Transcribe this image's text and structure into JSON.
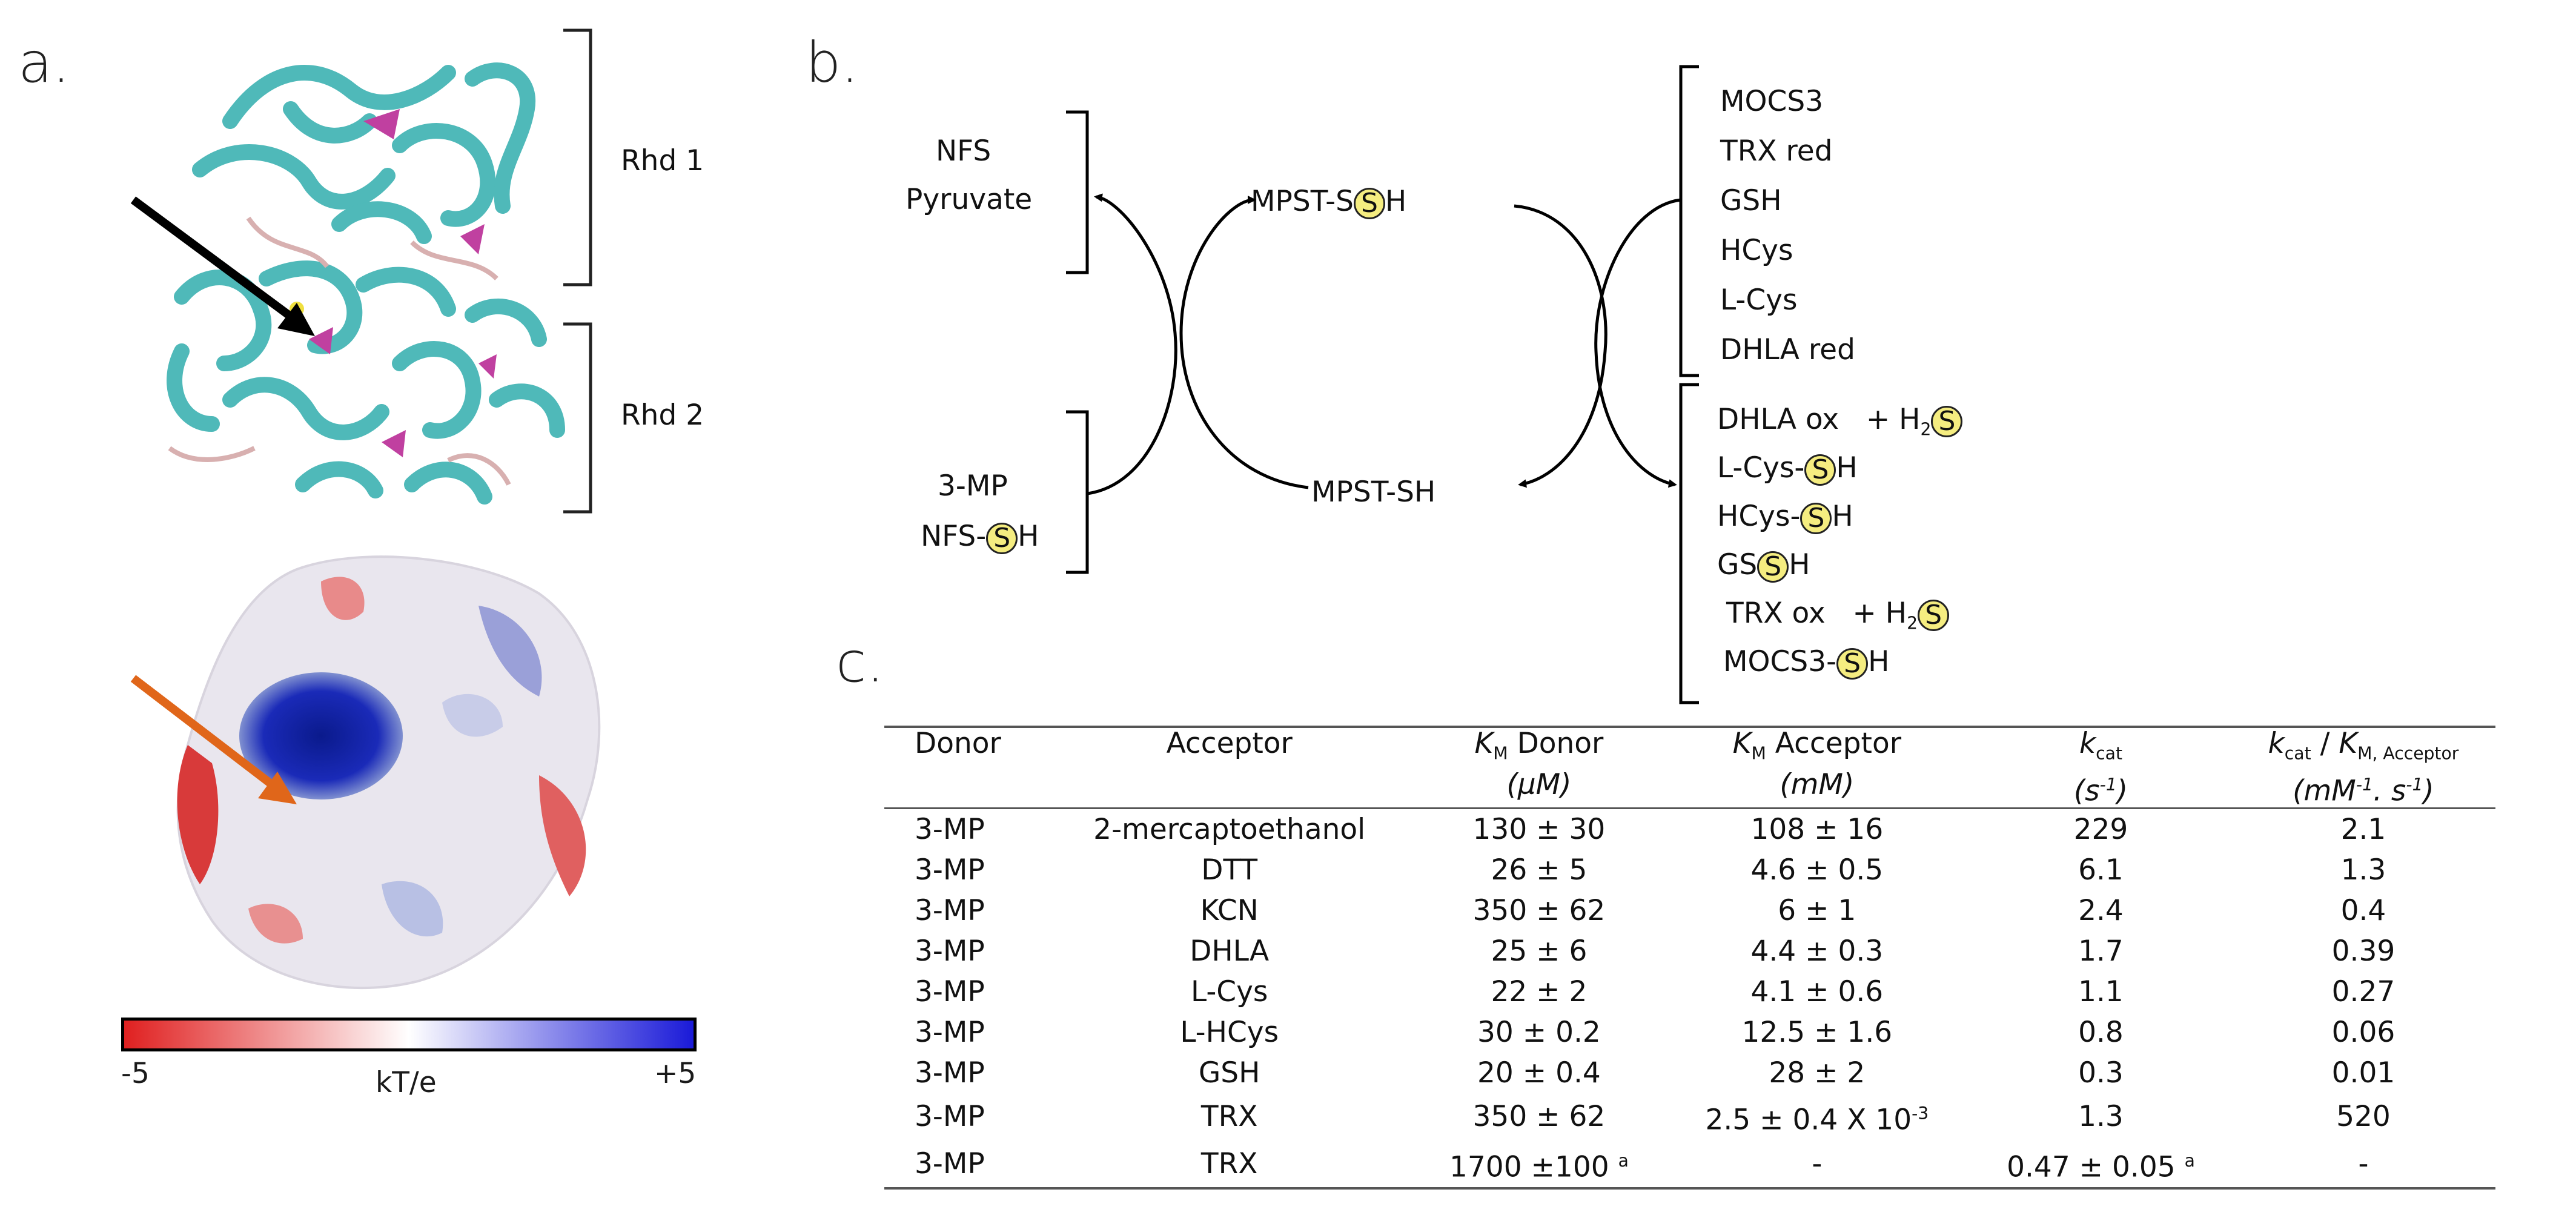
{
  "panel_a": {
    "letter": "a.",
    "domain_labels": [
      "Rhd 1",
      "Rhd 2"
    ],
    "colorbar": {
      "min_label": "-5",
      "max_label": "+5",
      "unit": "kT/e",
      "colors": {
        "negative": "#e02020",
        "neutral": "#ffffff",
        "positive": "#1a1ad8"
      }
    }
  },
  "panel_b": {
    "letter": "b.",
    "left_top": [
      "NFS",
      "Pyruvate"
    ],
    "left_bottom": [
      "3-MP",
      "NFS-",
      "H"
    ],
    "center_top": [
      "MPST-S",
      "H"
    ],
    "center_bottom": "MPST-SH",
    "acceptors": [
      "MOCS3",
      "TRX red",
      "GSH",
      "HCys",
      "L-Cys",
      "DHLA red"
    ],
    "products": [
      {
        "pre": "DHLA ox",
        "post": "",
        "h2s": "+ H",
        "h2s_sub": "2"
      },
      {
        "pre": "L-Cys-",
        "post": "H"
      },
      {
        "pre": "HCys-",
        "post": "H"
      },
      {
        "pre": "GS",
        "post": "H"
      },
      {
        "pre": "TRX ox",
        "post": "",
        "h2s": "+ H",
        "h2s_sub": "2"
      },
      {
        "pre": "MOCS3-",
        "post": "H"
      }
    ],
    "s_letter": "S"
  },
  "panel_c": {
    "letter": "c.",
    "headers": {
      "donor": "Donor",
      "acceptor": "Acceptor",
      "km_donor_k": "K",
      "km_donor_sub": "M",
      "km_donor_rest": " Donor",
      "km_acc_k": "K",
      "km_acc_sub": "M",
      "km_acc_rest": " Acceptor",
      "kcat_k": "k",
      "kcat_sub": "cat",
      "ratio_k": "k",
      "ratio_sub": "cat",
      "ratio_mid": " / ",
      "ratio_k2": "K",
      "ratio_sub2": "M, Acceptor"
    },
    "units": {
      "km_donor": "(µM)",
      "km_acc": "(mM)",
      "kcat_pre": "(s",
      "kcat_sup": "-1",
      "kcat_post": ")",
      "ratio_pre": "(mM",
      "ratio_sup1": "-1",
      "ratio_mid": ". s",
      "ratio_sup2": "-1",
      "ratio_post": ")"
    },
    "rows": [
      {
        "donor": "3-MP",
        "acceptor": "2-mercaptoethanol",
        "km_donor": "130 ± 30",
        "km_acc": "108 ± 16",
        "kcat": "229",
        "ratio": "2.1"
      },
      {
        "donor": "3-MP",
        "acceptor": "DTT",
        "km_donor": "26 ± 5",
        "km_acc": "4.6 ± 0.5",
        "kcat": "6.1",
        "ratio": "1.3"
      },
      {
        "donor": "3-MP",
        "acceptor": "KCN",
        "km_donor": "350 ± 62",
        "km_acc": "6 ± 1",
        "kcat": "2.4",
        "ratio": "0.4"
      },
      {
        "donor": "3-MP",
        "acceptor": "DHLA",
        "km_donor": "25 ± 6",
        "km_acc": "4.4 ± 0.3",
        "kcat": "1.7",
        "ratio": "0.39"
      },
      {
        "donor": "3-MP",
        "acceptor": "L-Cys",
        "km_donor": "22 ± 2",
        "km_acc": "4.1 ± 0.6",
        "kcat": "1.1",
        "ratio": "0.27"
      },
      {
        "donor": "3-MP",
        "acceptor": "L-HCys",
        "km_donor": "30 ± 0.2",
        "km_acc": "12.5 ± 1.6",
        "kcat": "0.8",
        "ratio": "0.06"
      },
      {
        "donor": "3-MP",
        "acceptor": "GSH",
        "km_donor": "20 ± 0.4",
        "km_acc": "28 ± 2",
        "kcat": "0.3",
        "ratio": "0.01"
      },
      {
        "donor": "3-MP",
        "acceptor": "TRX",
        "km_donor": "350 ± 62",
        "km_acc": "2.5 ± 0.4 X 10",
        "km_acc_sup": "-3",
        "kcat": "1.3",
        "ratio": "520"
      },
      {
        "donor": "3-MP",
        "acceptor": "TRX",
        "km_donor": "1700 ±100",
        "km_donor_sup": "a",
        "km_acc": "-",
        "kcat": "0.47 ± 0.05",
        "kcat_sup": "a",
        "ratio": "-"
      }
    ]
  }
}
